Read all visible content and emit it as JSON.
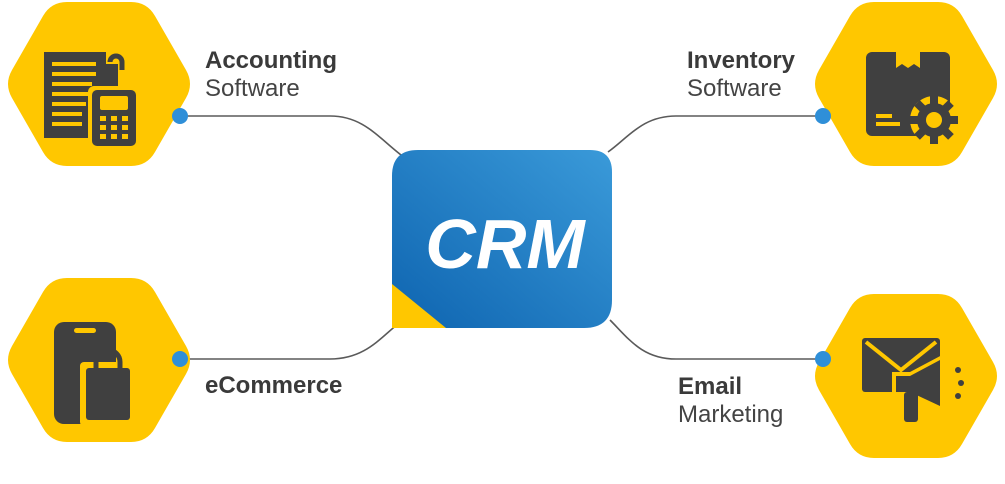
{
  "center": {
    "label": "CRM"
  },
  "nodes": [
    {
      "id": "accounting",
      "title": "Accounting",
      "subtitle": "Software",
      "icon": "accounting-icon"
    },
    {
      "id": "inventory",
      "title": "Inventory",
      "subtitle": "Software",
      "icon": "inventory-icon"
    },
    {
      "id": "ecommerce",
      "title": "eCommerce",
      "subtitle": "",
      "icon": "shopping-bag-phone-icon"
    },
    {
      "id": "email",
      "title": "Email",
      "subtitle": "Marketing",
      "icon": "email-megaphone-icon"
    }
  ],
  "colors": {
    "hexagon": "#FFC700",
    "icon": "#404040",
    "crm_tile_top": "#3A9AD9",
    "crm_tile_bottom": "#0E64B0",
    "connector": "#5a5a5a",
    "dot": "#2F8FD8",
    "text": "#3a3a3a"
  }
}
